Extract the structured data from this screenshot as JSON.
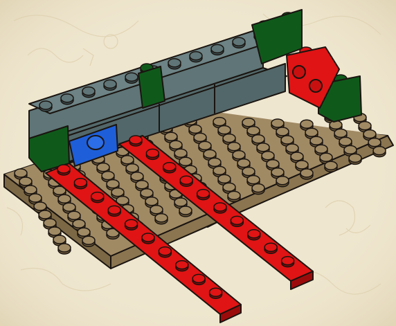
{
  "scene": {
    "description_type": "building-instruction-illustration",
    "colors": {
      "parchment": "#efe6cf",
      "parchment_sketch": "#e1d5b6",
      "base_plate": "#a08a64",
      "base_plate_side": "#7c6845",
      "gray": "#5f7577",
      "gray_dark": "#40575a",
      "green": "#0f5a1b",
      "green_dark": "#073e10",
      "red": "#e01414",
      "red_dark": "#9c0b0b",
      "blue": "#1e5fd9",
      "outline": "#1a1410"
    },
    "parts": [
      {
        "name": "base-plate",
        "color": "tan"
      },
      {
        "name": "gray-wall-bricks",
        "color": "dark-gray"
      },
      {
        "name": "green-bricks",
        "color": "dark-green"
      },
      {
        "name": "red-round-bricks",
        "color": "red"
      },
      {
        "name": "blue-technic-brick",
        "color": "blue"
      },
      {
        "name": "red-long-plates",
        "color": "red"
      }
    ]
  }
}
